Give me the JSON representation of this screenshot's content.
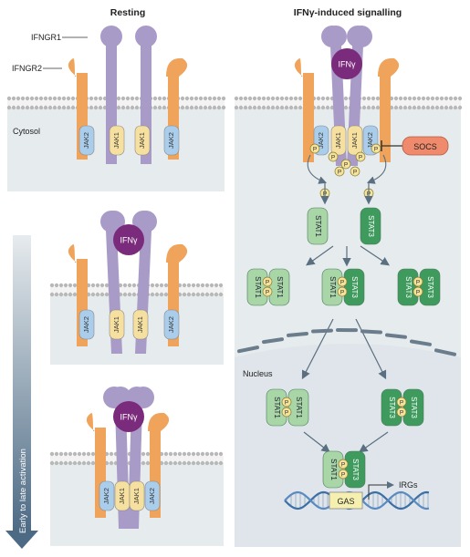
{
  "panels": {
    "resting_title": "Resting",
    "signalling_title": "IFNγ-induced signalling"
  },
  "labels": {
    "ifngr1": "IFNGR1",
    "ifngr2": "IFNGR2",
    "cytosol": "Cytosol",
    "nucleus": "Nucleus",
    "activation_arrow": "Early to late activation",
    "ligand": "IFNγ",
    "jak1": "JAK1",
    "jak2": "JAK2",
    "stat1": "STAT1",
    "stat3": "STAT3",
    "socs": "SOCS",
    "gas": "GAS",
    "irgs": "IRGs",
    "phospho": "P"
  },
  "colors": {
    "ifngr1": "#a99bc7",
    "ifngr2": "#f0a35a",
    "ifng": "#7b2b7b",
    "jak1": "#f6e0a0",
    "jak2": "#a9cdea",
    "stat1": "#a8d6a6",
    "stat3": "#3f9a5d",
    "socs": "#f08a6c",
    "cytosol_bg": "#e6ebee",
    "membrane": "#b8b8b8",
    "arrow": "#5a6f80"
  }
}
